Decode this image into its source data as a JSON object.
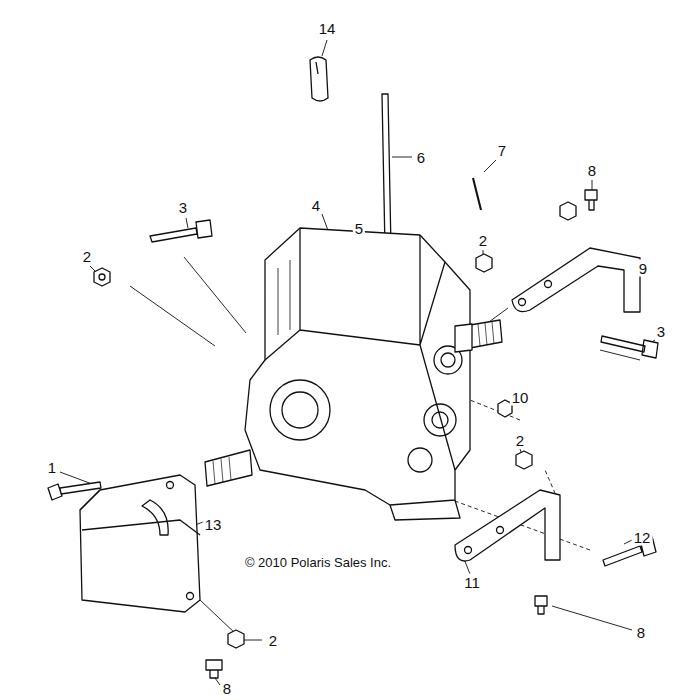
{
  "diagram": {
    "labels": [
      "14",
      "6",
      "7",
      "8",
      "3",
      "4",
      "5",
      "2",
      "2",
      "9",
      "3",
      "10",
      "2",
      "1",
      "13",
      "12",
      "© 2010 Polaris Sales Inc.",
      "11",
      "2",
      "8",
      "8"
    ]
  }
}
